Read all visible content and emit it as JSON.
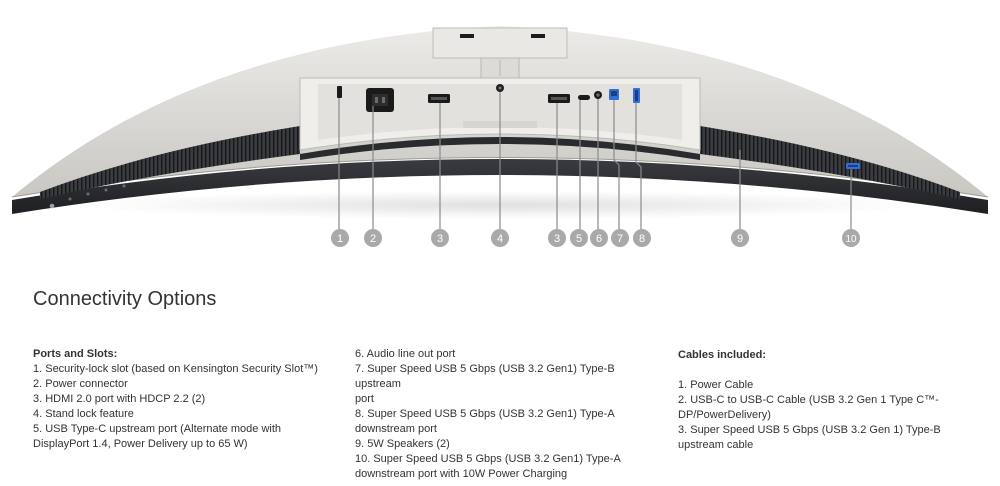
{
  "callouts": [
    "1",
    "2",
    "3",
    "4",
    "3",
    "5",
    "6",
    "7",
    "8",
    "9",
    "10"
  ],
  "heading": "Connectivity Options",
  "ports": {
    "header": "Ports and Slots:",
    "items_col1": [
      "1. Security-lock slot (based on Kensington Security Slot™)",
      "2. Power connector",
      "3. HDMI 2.0 port with HDCP 2.2 (2)",
      "4. Stand lock feature",
      "5. USB Type-C upstream port (Alternate mode with",
      "DisplayPort 1.4, Power Delivery up to 65 W)"
    ],
    "items_col2": [
      "6. Audio line out port",
      "7. Super Speed USB 5 Gbps (USB 3.2 Gen1) Type-B upstream",
      "port",
      "8. Super Speed USB 5 Gbps (USB 3.2 Gen1) Type-A",
      "downstream port",
      "9. 5W Speakers (2)",
      "10. Super Speed USB 5 Gbps (USB 3.2 Gen1) Type-A",
      "downstream port with 10W Power Charging"
    ]
  },
  "cables": {
    "header": "Cables included:",
    "items": [
      "1. Power Cable",
      "2. USB-C to USB-C Cable (USB 3.2 Gen 1 Type C™-",
      "DP/PowerDelivery)",
      "3. Super Speed USB 5 Gbps (USB 3.2 Gen 1) Type-B",
      "upstream cable"
    ]
  },
  "colors": {
    "callout": "#a9a9a9",
    "bezel": "#2e2f33",
    "body": "#d2d0cb",
    "usb_blue": "#2f6fd6"
  }
}
